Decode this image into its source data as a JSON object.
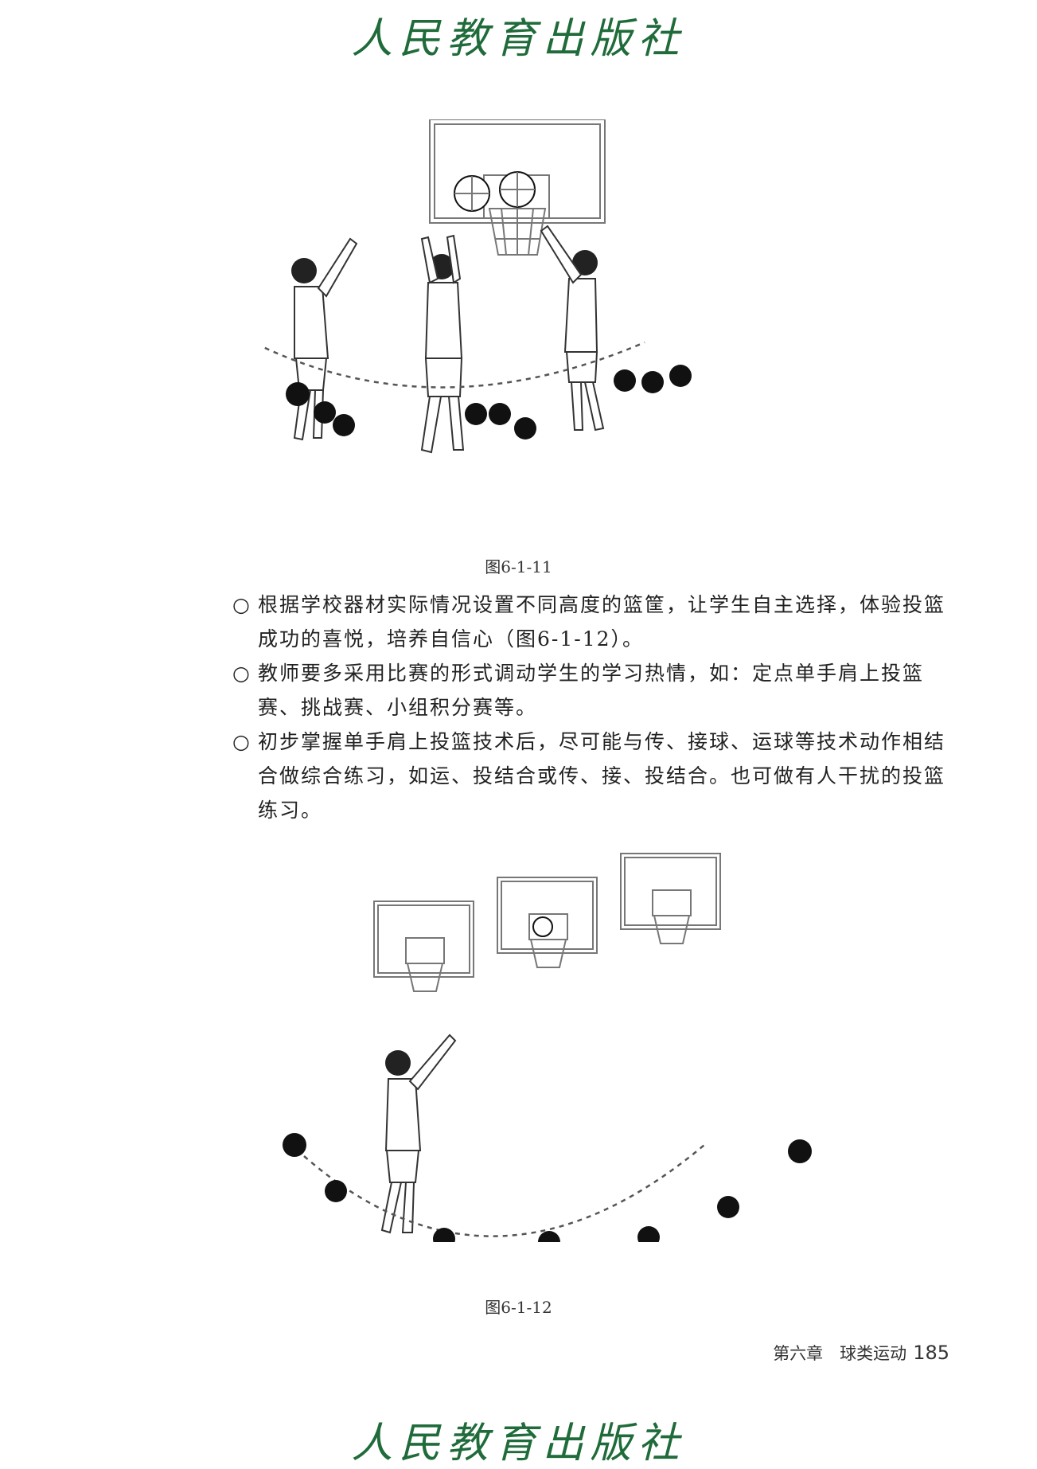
{
  "watermark": "人民教育出版社",
  "figure1": {
    "caption": "图6-1-11"
  },
  "figure2": {
    "caption": "图6-1-12"
  },
  "bullets": [
    {
      "marker": "○",
      "text": "根据学校器材实际情况设置不同高度的篮筐，让学生自主选择，体验投篮成功的喜悦，培养自信心（图6-1-12）。"
    },
    {
      "marker": "○",
      "text": "教师要多采用比赛的形式调动学生的学习热情，如：定点单手肩上投篮赛、挑战赛、小组积分赛等。"
    },
    {
      "marker": "○",
      "text": "初步掌握单手肩上投篮技术后，尽可能与传、接球、运球等技术动作相结合做综合练习，如运、投结合或传、接、投结合。也可做有人干扰的投篮练习。"
    }
  ],
  "footer": {
    "chapter": "第六章　球类运动",
    "page": "185"
  }
}
